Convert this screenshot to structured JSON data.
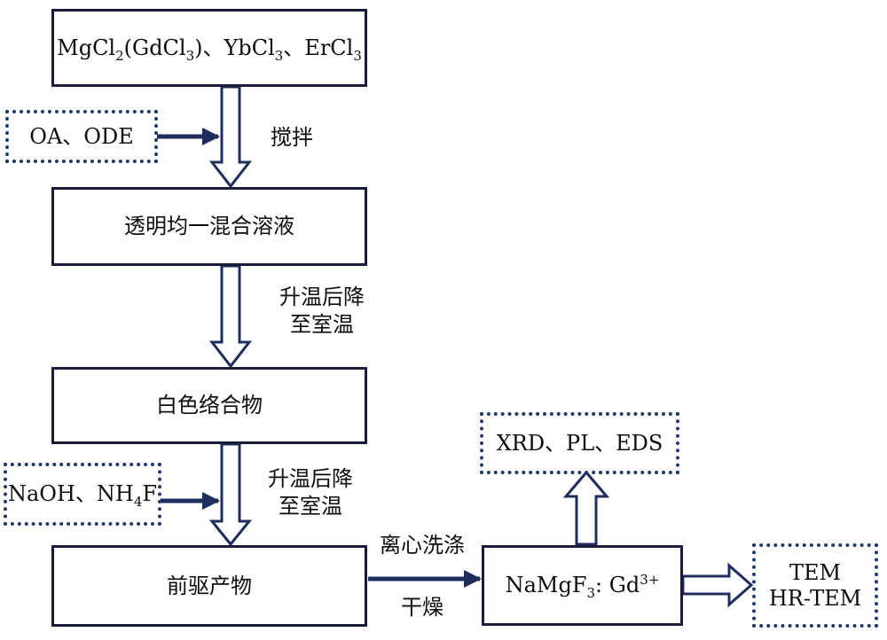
{
  "boxes": {
    "raw_materials": {
      "t1": "MgCl",
      "s1": "2",
      "t2": "(GdCl",
      "s2": "3",
      "t3": ")、YbCl",
      "s3": "3",
      "t4": "、ErCl",
      "s4": "3"
    },
    "solvents": "OA、ODE",
    "clear_solution": "透明均一混合溶液",
    "white_complex": "白色络合物",
    "reagents": {
      "t1": "NaOH、NH",
      "s1": "4",
      "t2": "F"
    },
    "precursor": "前驱产物",
    "product": {
      "t1": "NaMgF",
      "s1": "3",
      "t2": ": Gd",
      "sup": "3+"
    },
    "characterization": "XRD、PL、EDS",
    "microscopy": {
      "line1": "TEM",
      "line2": "HR-TEM"
    }
  },
  "steps": {
    "stir": "搅拌",
    "heat_cool_1": {
      "line1": "升温后降",
      "line2": "至室温"
    },
    "heat_cool_2": {
      "line1": "升温后降",
      "line2": "至室温"
    },
    "wash": "离心洗涤",
    "dry": "干燥"
  },
  "colors": {
    "solid_border": "#1a1d3a",
    "dotted_border": "#1f3a6b",
    "arrow": "#1f2d5c"
  }
}
